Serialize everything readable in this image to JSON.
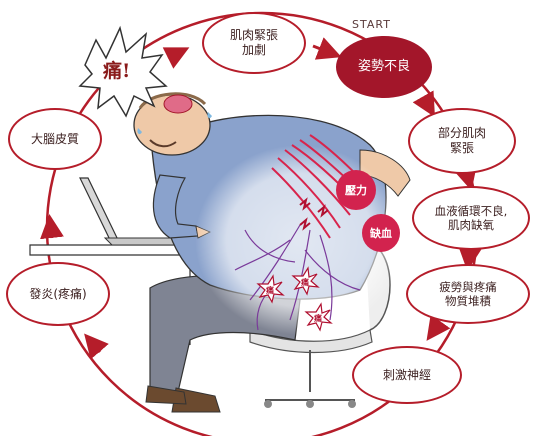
{
  "start_label": "START",
  "pain_shout": "痛!",
  "cycle_nodes": [
    {
      "id": "bad-posture",
      "label": "姿勢不良"
    },
    {
      "id": "partial-muscle-tension",
      "label": "部分肌肉\n緊張"
    },
    {
      "id": "poor-circulation",
      "label": "血液循環不良,\n肌肉缺氧"
    },
    {
      "id": "fatigue-accumulation",
      "label": "疲勞與疼痛\n物質堆積"
    },
    {
      "id": "nerve-stimulation",
      "label": "刺激神經"
    },
    {
      "id": "inflammation",
      "label": "發炎(疼痛)"
    },
    {
      "id": "brain-perception",
      "label": "大腦皮質"
    },
    {
      "id": "muscle-tension-increase",
      "label": "肌肉緊張\n加劇"
    }
  ],
  "body_tags": {
    "pressure": "壓力",
    "ischemia": "缺血"
  },
  "pain_marks": [
    "痛",
    "痛",
    "痛"
  ],
  "colors": {
    "cycle_red": "#b51d2a",
    "start_fill": "#a3162a",
    "tag_pink": "#d2234e",
    "shirt_blue": "#8aa2cc",
    "pants_gray": "#7f8493",
    "skin": "#efc9a8"
  }
}
